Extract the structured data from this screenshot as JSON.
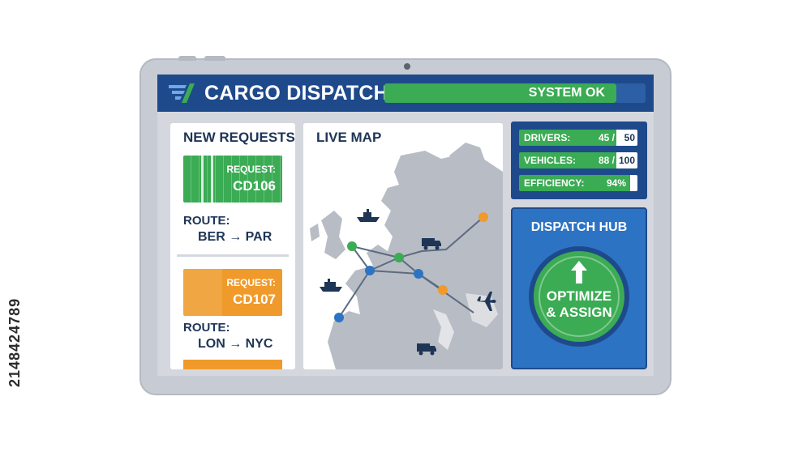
{
  "app": {
    "title": "CARGO DISPATCH",
    "status": "SYSTEM OK"
  },
  "requests": {
    "title": "NEW REQUESTS",
    "items": [
      {
        "label": "REQUEST:",
        "id": "CD106",
        "route_label": "ROUTE:",
        "route": "BER → PAR",
        "color": "#3bab54"
      },
      {
        "label": "REQUEST:",
        "id": "CD107",
        "route_label": "ROUTE:",
        "route": "LON → NYC",
        "color": "#f09a2b"
      }
    ]
  },
  "map": {
    "title": "LIVE MAP",
    "icons": [
      "ship-icon",
      "truck-icon",
      "ship-icon",
      "airplane-icon",
      "truck-icon"
    ]
  },
  "stats": {
    "drivers": {
      "label": "DRIVERS:",
      "value": "45",
      "max": "50",
      "fraction": 0.9
    },
    "vehicles": {
      "label": "VEHICLES:",
      "value": "88",
      "max": "100",
      "fraction": 0.88
    },
    "efficiency": {
      "label": "EFFICIENCY:",
      "value": "94%",
      "fraction": 0.94
    }
  },
  "hub": {
    "title": "DISPATCH HUB",
    "button_line1": "OPTIMIZE",
    "button_line2": "& ASSIGN"
  },
  "colors": {
    "header": "#1e4a8c",
    "green": "#3bab54",
    "orange": "#f09a2b",
    "blue": "#2d73c4"
  },
  "watermark_id": "2148424789"
}
